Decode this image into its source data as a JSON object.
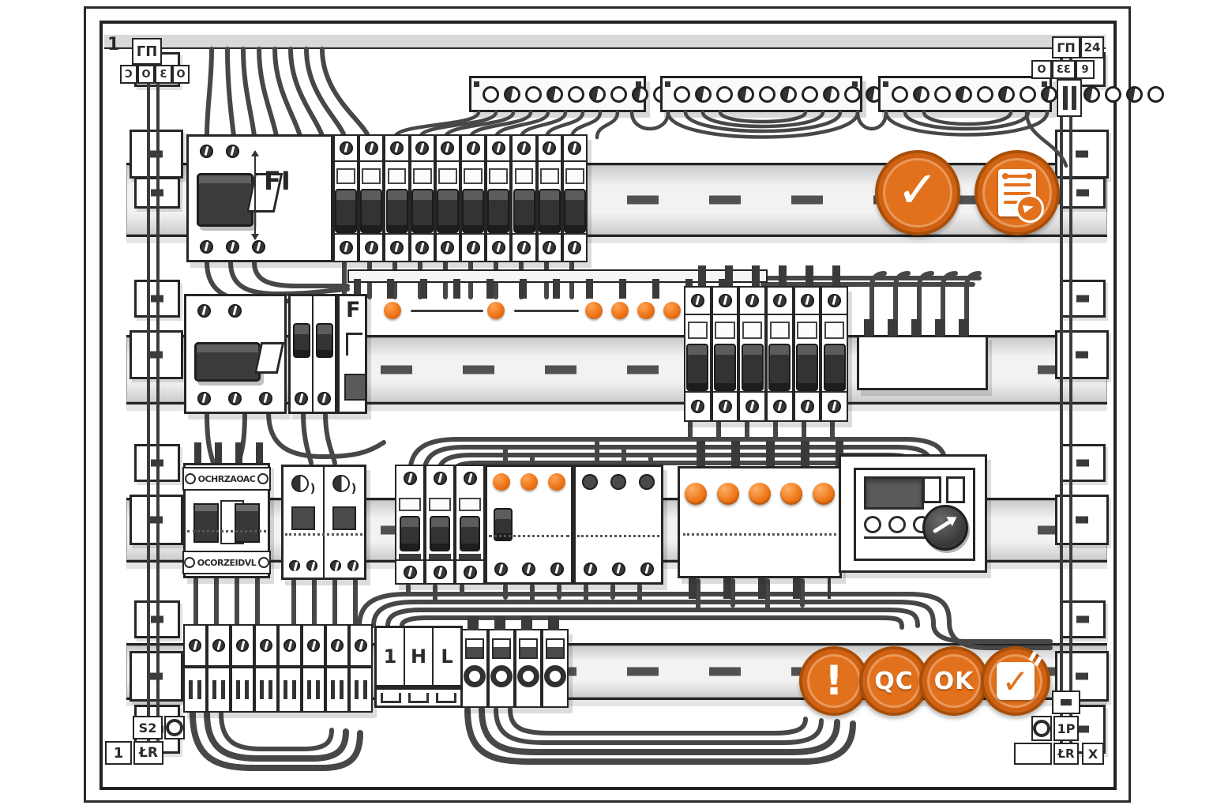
{
  "scene": {
    "type": "technical-illustration",
    "subject": "Electrical distribution board with RCDs, circuit breakers, DIN rails, terminal strips and wiring"
  },
  "colors": {
    "accent_orange": "#E8701A",
    "accent_orange_dark": "#A84E08",
    "ink": "#2B2B2B",
    "rail_gray": "#E9E9E9",
    "toggle_dark": "#3A3A3A"
  },
  "row1": {
    "rcd_label": "FI",
    "breaker_count": 10
  },
  "row2": {
    "rcd_label": "F",
    "breaker_count": 6,
    "line_dot_count": 2,
    "cluster_dot_count": 4,
    "terminal_post_count": 5
  },
  "row3": {
    "contactor_label_top": "OCHRZAOAC",
    "contactor_label_bottom": "OCORZEIDVL",
    "breaker_pole_count": 3,
    "orange_indicator_count": 3,
    "gray_indicator_count": 3,
    "lamp_count": 5,
    "controller_button_count": 4
  },
  "row4": {
    "terminal_module_count": 8,
    "clip_module_count": 8,
    "cell_labels": [
      "1",
      "H",
      "L"
    ],
    "fuse_holder_count": 4
  },
  "top_strips": {
    "strip_count": 3,
    "terminals_per_strip": 13
  },
  "badges_top": [
    {
      "name": "approved-check-badge",
      "glyph": "✓"
    },
    {
      "name": "inspection-report-badge",
      "glyph": ""
    }
  ],
  "badges_bottom": [
    {
      "name": "alert-badge",
      "glyph": "!"
    },
    {
      "name": "qc-badge",
      "glyph": "QC"
    },
    {
      "name": "ok-badge",
      "glyph": "OK"
    },
    {
      "name": "checkbox-badge",
      "glyph": "✓"
    }
  ],
  "corners": {
    "top_left": {
      "mark": "1",
      "stamp": "ΓΠ",
      "cells": [
        "Ɔ",
        "O",
        "Ɛ",
        "O"
      ]
    },
    "top_right": {
      "stamp": "ΓΠ",
      "num": "24",
      "cells": [
        "O",
        "ƐƐ",
        "9"
      ]
    },
    "bottom_left": {
      "stamp": "S2",
      "ring": "O",
      "num": "1",
      "code": "ŁR"
    },
    "bottom_right": {
      "ring": "O",
      "num": "1P",
      "code": "ŁR",
      "mark": "X"
    }
  },
  "side_brackets_per_column": 10
}
